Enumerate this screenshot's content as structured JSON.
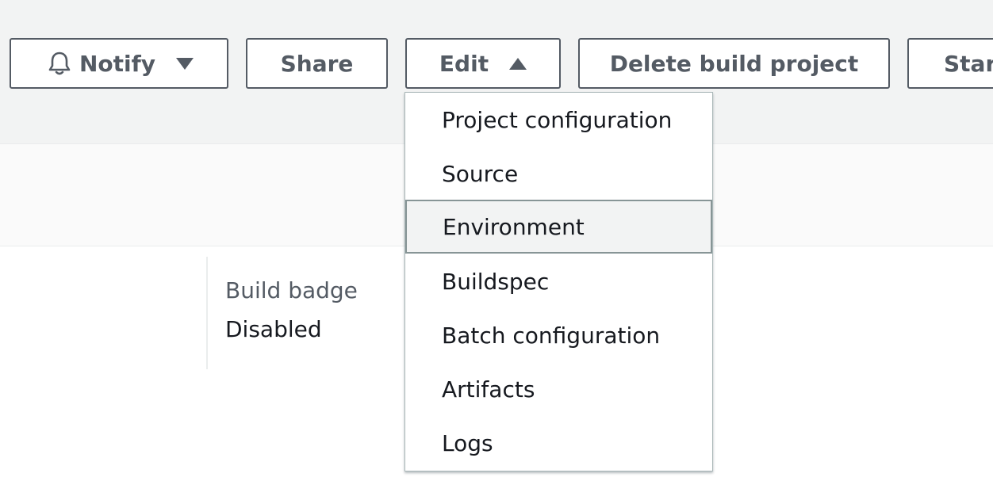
{
  "toolbar": {
    "notify_label": "Notify",
    "share_label": "Share",
    "edit_label": "Edit",
    "delete_label": "Delete build project",
    "start_label": "Star"
  },
  "icons": {
    "notify": "bell-icon",
    "notify_caret": "caret-down-icon",
    "edit_caret": "caret-up-icon"
  },
  "build_badge": {
    "label": "Build badge",
    "value": "Disabled"
  },
  "edit_menu": {
    "highlighted": "Environment",
    "items": [
      {
        "label": "Project configuration"
      },
      {
        "label": "Source"
      },
      {
        "label": "Environment"
      },
      {
        "label": "Buildspec"
      },
      {
        "label": "Batch configuration"
      },
      {
        "label": "Artifacts"
      },
      {
        "label": "Logs"
      }
    ]
  },
  "colors": {
    "header_background": "#f2f3f3",
    "button_border": "#545b64",
    "highlight_background": "#f2f3f3",
    "highlight_border": "#879596"
  }
}
